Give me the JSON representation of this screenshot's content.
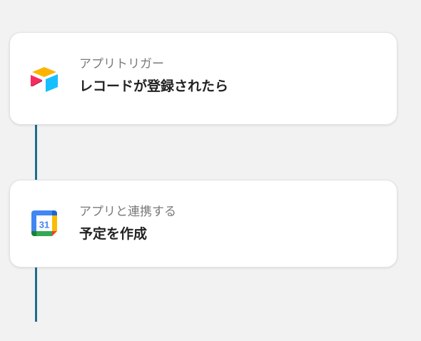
{
  "flow": {
    "steps": [
      {
        "subtitle": "アプリトリガー",
        "title": "レコードが登録されたら",
        "icon": "airtable-icon"
      },
      {
        "subtitle": "アプリと連携する",
        "title": "予定を作成",
        "icon": "google-calendar-icon",
        "icon_text": "31"
      }
    ]
  },
  "colors": {
    "background": "#f2f2f2",
    "connector": "#1e6e8c",
    "card": "#ffffff",
    "subtitle": "#7a7a7a",
    "title": "#222222"
  }
}
